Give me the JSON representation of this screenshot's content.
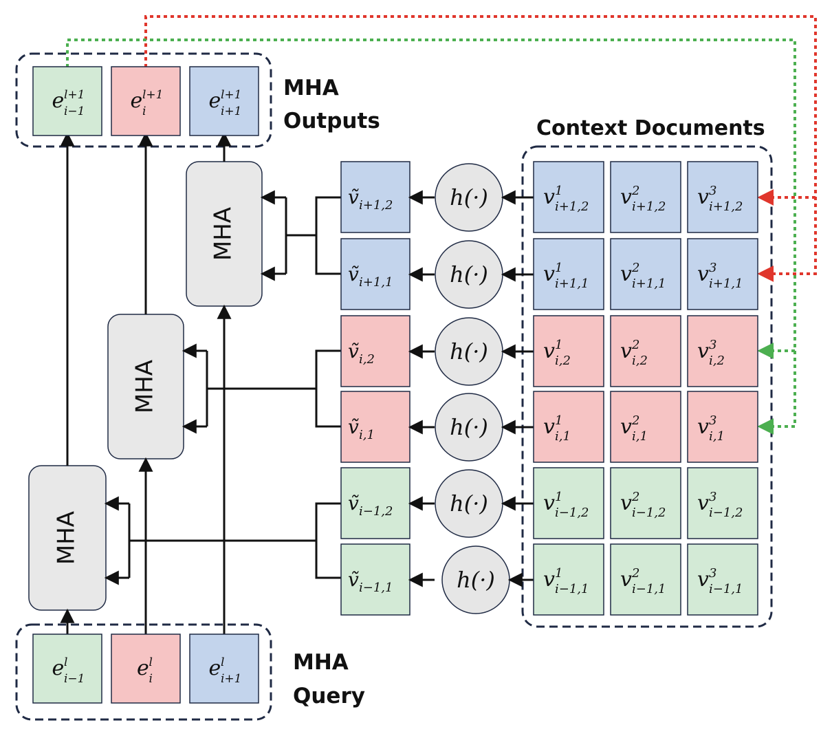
{
  "labels": {
    "mha_outputs": [
      "MHA",
      "Outputs"
    ],
    "mha_query": [
      "MHA",
      "Query"
    ],
    "context_documents": "Context Documents",
    "mha": "MHA",
    "h": "h(·)"
  },
  "colors": {
    "green": "#d3ead6",
    "red": "#f6c4c4",
    "blue": "#c3d4ec",
    "border": "#1f2a44",
    "mha_fill": "#e8e8e8",
    "h_fill": "#e6e6e6",
    "red_arrow": "#e0362c",
    "green_arrow": "#4caf50"
  },
  "outputs": [
    {
      "base": "e",
      "sub": "i−1",
      "sup": "l+1",
      "color": "green"
    },
    {
      "base": "e",
      "sub": "i",
      "sup": "l+1",
      "color": "red"
    },
    {
      "base": "e",
      "sub": "i+1",
      "sup": "l+1",
      "color": "blue"
    }
  ],
  "queries": [
    {
      "base": "e",
      "sub": "i−1",
      "sup": "l",
      "color": "green"
    },
    {
      "base": "e",
      "sub": "i",
      "sup": "l",
      "color": "red"
    },
    {
      "base": "e",
      "sub": "i+1",
      "sup": "l",
      "color": "blue"
    }
  ],
  "rows": [
    {
      "color": "blue",
      "vt": "i+1,2",
      "docs": [
        {
          "sup": "1",
          "sub": "i+1,2"
        },
        {
          "sup": "2",
          "sub": "i+1,2"
        },
        {
          "sup": "3",
          "sub": "i+1,2"
        }
      ]
    },
    {
      "color": "blue",
      "vt": "i+1,1",
      "docs": [
        {
          "sup": "1",
          "sub": "i+1,1"
        },
        {
          "sup": "2",
          "sub": "i+1,1"
        },
        {
          "sup": "3",
          "sub": "i+1,1"
        }
      ]
    },
    {
      "color": "red",
      "vt": "i,2",
      "docs": [
        {
          "sup": "1",
          "sub": "i,2"
        },
        {
          "sup": "2",
          "sub": "i,2"
        },
        {
          "sup": "3",
          "sub": "i,2"
        }
      ]
    },
    {
      "color": "red",
      "vt": "i,1",
      "docs": [
        {
          "sup": "1",
          "sub": "i,1"
        },
        {
          "sup": "2",
          "sub": "i,1"
        },
        {
          "sup": "3",
          "sub": "i,1"
        }
      ]
    },
    {
      "color": "green",
      "vt": "i−1,2",
      "docs": [
        {
          "sup": "1",
          "sub": "i−1,2"
        },
        {
          "sup": "2",
          "sub": "i−1,2"
        },
        {
          "sup": "3",
          "sub": "i−1,2"
        }
      ]
    },
    {
      "color": "green",
      "vt": "i−1,1",
      "docs": [
        {
          "sup": "1",
          "sub": "i−1,1"
        },
        {
          "sup": "2",
          "sub": "i−1,1"
        },
        {
          "sup": "3",
          "sub": "i−1,1"
        }
      ]
    }
  ]
}
